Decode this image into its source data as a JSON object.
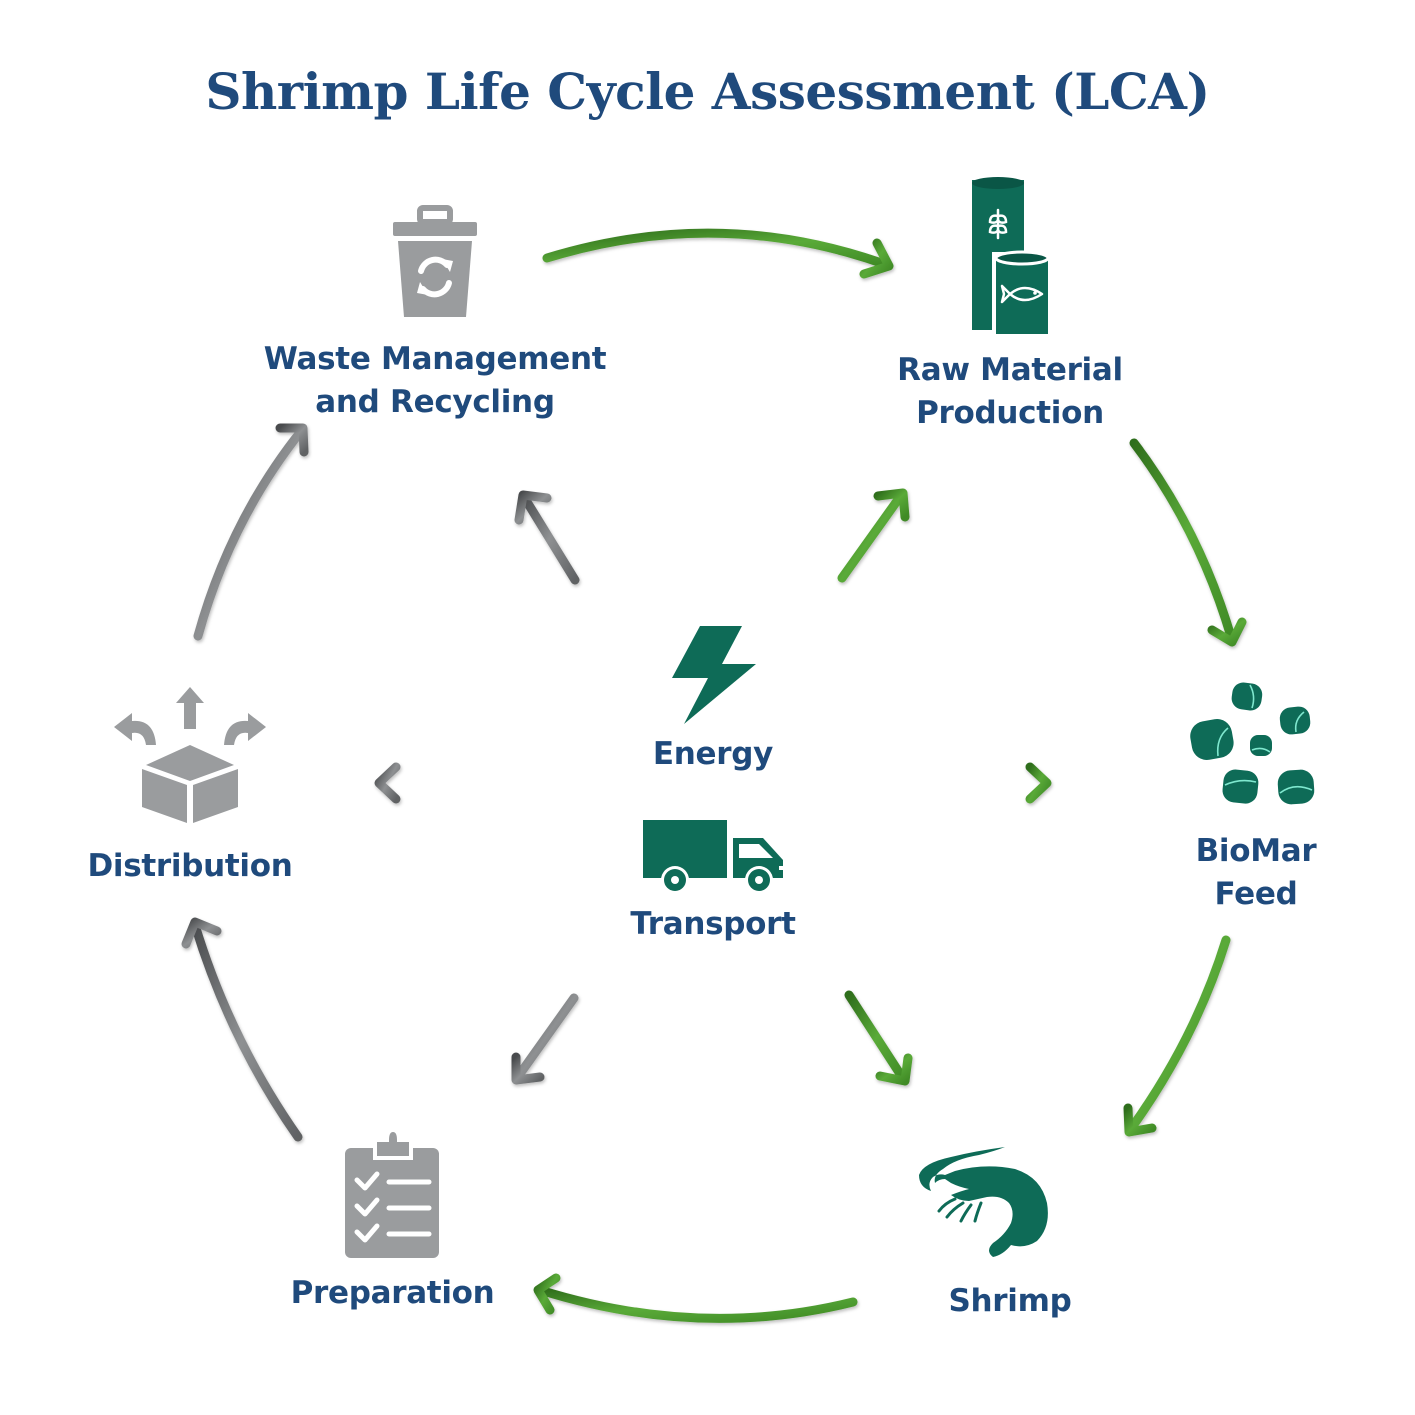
{
  "title": "Shrimp Life Cycle Assessment (LCA)",
  "colors": {
    "title": "#1f4a7c",
    "label": "#1f4a7c",
    "green_icon": "#0e6b57",
    "gray_icon": "#9a9c9e",
    "green_arrow": "#4f9a2e",
    "gray_arrow": "#6e7072"
  },
  "stages": {
    "raw_material": {
      "icon": "feed-ingredients-cans-icon",
      "line1": "Raw Material",
      "line2": "Production"
    },
    "biomar_feed": {
      "icon": "feed-pellets-icon",
      "line1": "BioMar",
      "line2": "Feed"
    },
    "shrimp": {
      "icon": "shrimp-icon",
      "line1": "Shrimp"
    },
    "preparation": {
      "icon": "clipboard-checklist-icon",
      "line1": "Preparation"
    },
    "distribution": {
      "icon": "box-distribution-icon",
      "line1": "Distribution"
    },
    "waste": {
      "icon": "recycle-bin-icon",
      "line1": "Waste Management",
      "line2": "and Recycling"
    }
  },
  "center": {
    "energy": {
      "icon": "lightning-bolt-icon",
      "label": "Energy"
    },
    "transport": {
      "icon": "truck-icon",
      "label": "Transport"
    }
  },
  "flow": [
    {
      "from": "Waste Management and Recycling",
      "to": "Raw Material Production",
      "color": "green"
    },
    {
      "from": "Raw Material Production",
      "to": "BioMar Feed",
      "color": "green"
    },
    {
      "from": "BioMar Feed",
      "to": "Shrimp",
      "color": "green"
    },
    {
      "from": "Shrimp",
      "to": "Preparation",
      "color": "green"
    },
    {
      "from": "Preparation",
      "to": "Distribution",
      "color": "gray"
    },
    {
      "from": "Distribution",
      "to": "Waste Management and Recycling",
      "color": "gray"
    },
    {
      "from": "Energy & Transport",
      "to": "Raw Material Production",
      "color": "green"
    },
    {
      "from": "Energy & Transport",
      "to": "BioMar Feed",
      "color": "green"
    },
    {
      "from": "Energy & Transport",
      "to": "Shrimp",
      "color": "green"
    },
    {
      "from": "Energy & Transport",
      "to": "Preparation",
      "color": "gray"
    },
    {
      "from": "Energy & Transport",
      "to": "Distribution",
      "color": "gray"
    },
    {
      "from": "Energy & Transport",
      "to": "Waste Management and Recycling",
      "color": "gray"
    }
  ]
}
